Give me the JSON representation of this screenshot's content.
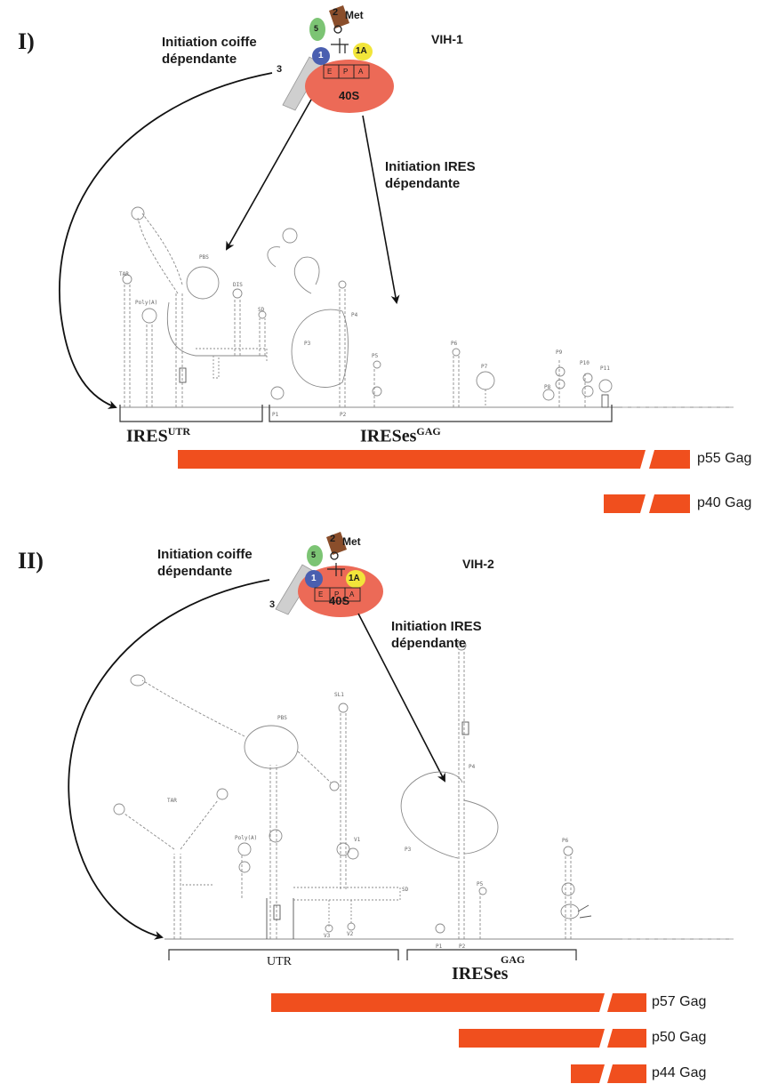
{
  "panel1": {
    "label": "I)",
    "virus": "VIH-1",
    "cap_label": "Initiation coiffe\ndépendante",
    "cap_line1": "Initiation  coiffe",
    "cap_line2": "dépendante",
    "ires_line1": "Initiation IRES",
    "ires_line2": "dépendante",
    "region_utr": "IRES",
    "region_utr_sup": "UTR",
    "region_gag": "IRESes",
    "region_gag_sup": "GAG",
    "proteins": [
      "p55 Gag",
      "p40 Gag"
    ],
    "rna_labels": [
      "TAR",
      "Poly(A)",
      "PBS",
      "DIS",
      "SD",
      "P1",
      "P2",
      "P3",
      "P4",
      "P5",
      "P6",
      "P7",
      "P8",
      "P9",
      "P10",
      "P11"
    ]
  },
  "panel2": {
    "label": "II)",
    "virus": "VIH-2",
    "cap_line1": "Initiation  coiffe",
    "cap_line2": "dépendante",
    "ires_line1": "Initiation IRES",
    "ires_line2": "dépendante",
    "region_utr": "UTR",
    "region_gag": "IRESes",
    "region_gag_sup": "GAG",
    "proteins": [
      "p57 Gag",
      "p50 Gag",
      "p44 Gag"
    ],
    "rna_labels": [
      "TAR",
      "Poly(A)",
      "PBS",
      "SL1",
      "V1",
      "V2",
      "V3",
      "SD",
      "P1",
      "P2",
      "P3",
      "P4",
      "P5",
      "P6"
    ]
  },
  "ribosome": {
    "subunit": "40S",
    "sites": [
      "E",
      "P",
      "A"
    ],
    "factors": [
      "5",
      "2",
      "Met",
      "1",
      "1A",
      "3"
    ]
  },
  "colors": {
    "orf_bar": "#f04f1e",
    "ribosome": "#ec6a57",
    "eif5": "#7cc474",
    "eif2": "#8a4e2b",
    "eif1": "#4a5fb0",
    "eif1a": "#f2e53a",
    "eif3": "#c9c9c9"
  }
}
